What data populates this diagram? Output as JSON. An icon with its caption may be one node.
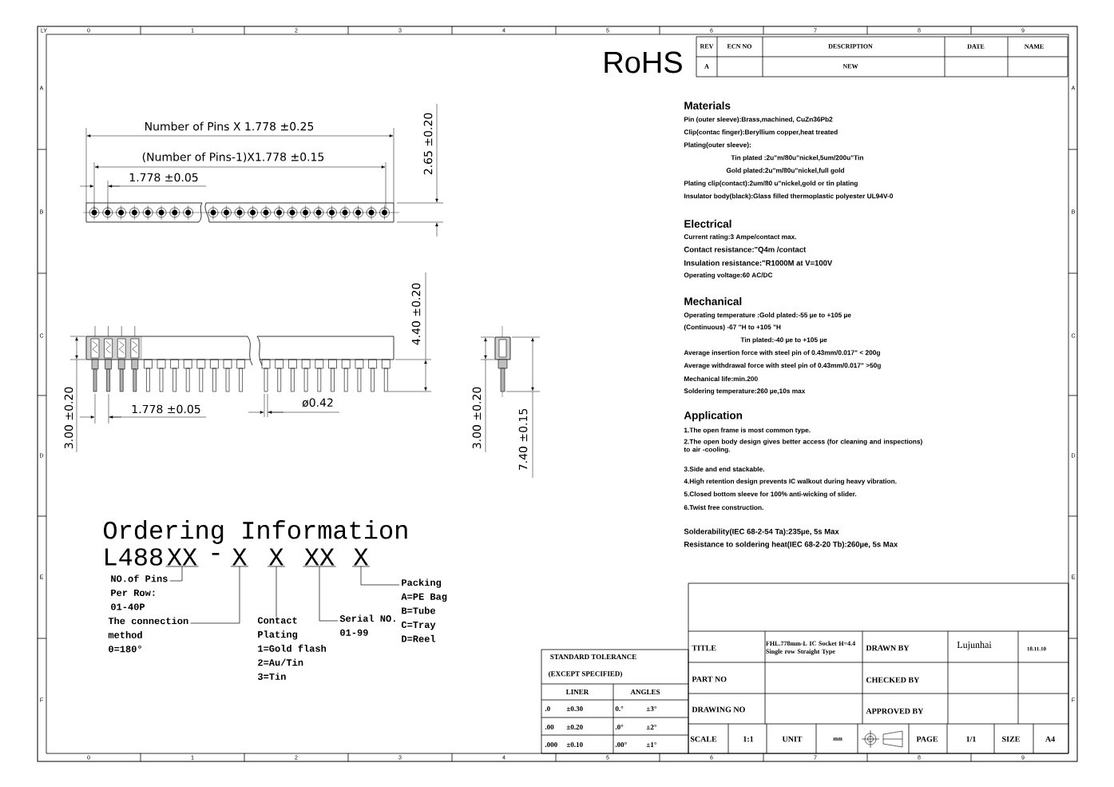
{
  "diagram": {
    "nodes": [
      {
        "text": [
          "XX"
        ]
      },
      {
        "text": [
          "X"
        ]
      },
      {
        "text": [
          "X"
        ]
      },
      {
        "text": [
          "XX"
        ]
      },
      {
        "text": [
          "X"
        ]
      },
      {
        "text": [
          "NO.of Pins",
          "Per Row:",
          "01-40P"
        ]
      },
      {
        "text": [
          "The connection",
          "method",
          "0=180°"
        ]
      },
      {
        "text": [
          "Contact",
          "Plating",
          "1=Gold flash",
          "2=Au/Tin",
          "3=Tin"
        ]
      },
      {
        "text": [
          "Serial NO.",
          "01-99"
        ]
      },
      {
        "text": [
          "Packing",
          "A=PE Bag",
          "B=Tube",
          "C=Tray",
          "D=Reel"
        ]
      }
    ],
    "edges": [
      {
        "from": 0,
        "to": 5,
        "arrow": "none"
      },
      {
        "from": 1,
        "to": 6,
        "arrow": "none"
      },
      {
        "from": 2,
        "to": 7,
        "arrow": "none"
      },
      {
        "from": 3,
        "to": 8,
        "arrow": "none"
      },
      {
        "from": 4,
        "to": 9,
        "arrow": "none"
      }
    ],
    "labels": [
      "LY",
      "0",
      "1",
      "2",
      "3",
      "4",
      "5",
      "6",
      "7",
      "8",
      "9",
      "0",
      "1",
      "2",
      "3",
      "4",
      "5",
      "6",
      "7",
      "8",
      "9",
      "A",
      "B",
      "C",
      "D",
      "E",
      "F",
      "A",
      "B",
      "C",
      "D",
      "E",
      "F",
      "RoHS",
      "REV",
      "ECN NO",
      "DESCRIPTION",
      "DATE",
      "NAME",
      "A",
      "NEW",
      "Number of Pins X 1.778 ±0.25",
      "(Number of Pins-1)X1.778 ±0.15",
      "1.778 ±0.05",
      "2.65 ±0.20",
      "4.40 ±0.20",
      "3.00 ±0.20",
      "1.778 ±0.05",
      "ø0.42",
      "3.00 ±0.20",
      "7.40 ±0.15",
      "Materials",
      "Pin (outer sleeve):Brass,machined, CuZn36Pb2",
      "Clip(contac finger):Beryllium copper,heat treated",
      "Plating(outer sleeve):",
      "Tin plated :2u\"m/80u\"nickel,5um/200u\"Tin",
      "Gold plated:2u\"m/80u\"nickel,full gold",
      "Plating clip(contact):2um/80 u\"nickel,gold or tin plating",
      "Insulator body(black):Glass filled thermoplastic polyester UL94V-0",
      "Electrical",
      "Current rating:3 Ampe/contact max.",
      "Contact resistance:\"Q4m /contact",
      "Insulation resistance:\"R1000M at V=100V",
      "Operating voltage:60 AC/DC",
      "Mechanical",
      "Operating temperature :Gold plated:-55 µe to +105 µe",
      "(Continuous) -67 \"H to +105 \"H",
      "Tin plated:-40 µe to +105 µe",
      "Average insertion force with steel pin of 0.43mm/0.017\" < 200g",
      "Average withdrawal force with steel pin of 0.43mm/0.017\" >50g",
      "Mechanical life:min.200",
      "Soldering temperature:260 µe,10s max",
      "Application",
      "1.The open frame is most common type.",
      "2.The open body design gives better access (for cleaning and inspections) to air -cooling.",
      "3.Side and end stackable.",
      "4.High retention design prevents IC walkout during heavy vibration.",
      "5.Closed bottom sleeve for 100% anti-wicking of slider.",
      "6.Twist free construction.",
      "Solderability(IEC 68-2-54 Ta):235µe, 5s Max",
      "Resistance to soldering heat(IEC 68-2-20 Tb):260µe, 5s Max",
      "Ordering Information",
      "L488",
      "-",
      "TITLE",
      "FHL.778mm-L IC Socket H=4.4 Single row Straight Type",
      "DRAWN BY",
      "Lujunhai",
      "18.11.10",
      "PART NO",
      "CHECKED BY",
      "DRAWING NO",
      "APPROVED BY",
      "SCALE",
      "1:1",
      "UNIT",
      "mm",
      "PAGE",
      "1/1",
      "SIZE",
      "A4",
      "STANDARD TOLERANCE",
      "(EXCEPT SPECIFIED)",
      "LINER",
      "ANGLES",
      ".0",
      "±0.30",
      "0.°",
      "±3°",
      ".00",
      "±0.20",
      ".0°",
      "±2°",
      ".000",
      "±0.10",
      ".00°",
      "±1°"
    ]
  }
}
